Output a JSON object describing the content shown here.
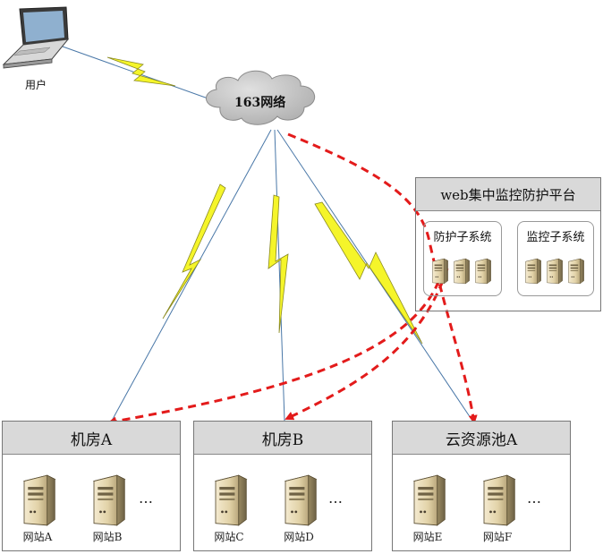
{
  "user": {
    "label": "用户"
  },
  "cloud": {
    "label": "163网络"
  },
  "platform": {
    "title": "web集中监控防护平台",
    "subsystems": [
      {
        "label": "防护子系统"
      },
      {
        "label": "监控子系统"
      }
    ]
  },
  "rooms": [
    {
      "title": "机房A",
      "sites": [
        "网站A",
        "网站B"
      ],
      "more": "…"
    },
    {
      "title": "机房B",
      "sites": [
        "网站C",
        "网站D"
      ],
      "more": "…"
    },
    {
      "title": "云资源池A",
      "sites": [
        "网站E",
        "网站F"
      ],
      "more": "…"
    }
  ],
  "colors": {
    "link_line": "#4a78a8",
    "bolt_fill": "#f5f52a",
    "bolt_stroke": "#8a8a20",
    "protect_path": "#e31b1b",
    "cloud_fill": "#c9c9c9",
    "panel_header": "#d9d9d9"
  }
}
